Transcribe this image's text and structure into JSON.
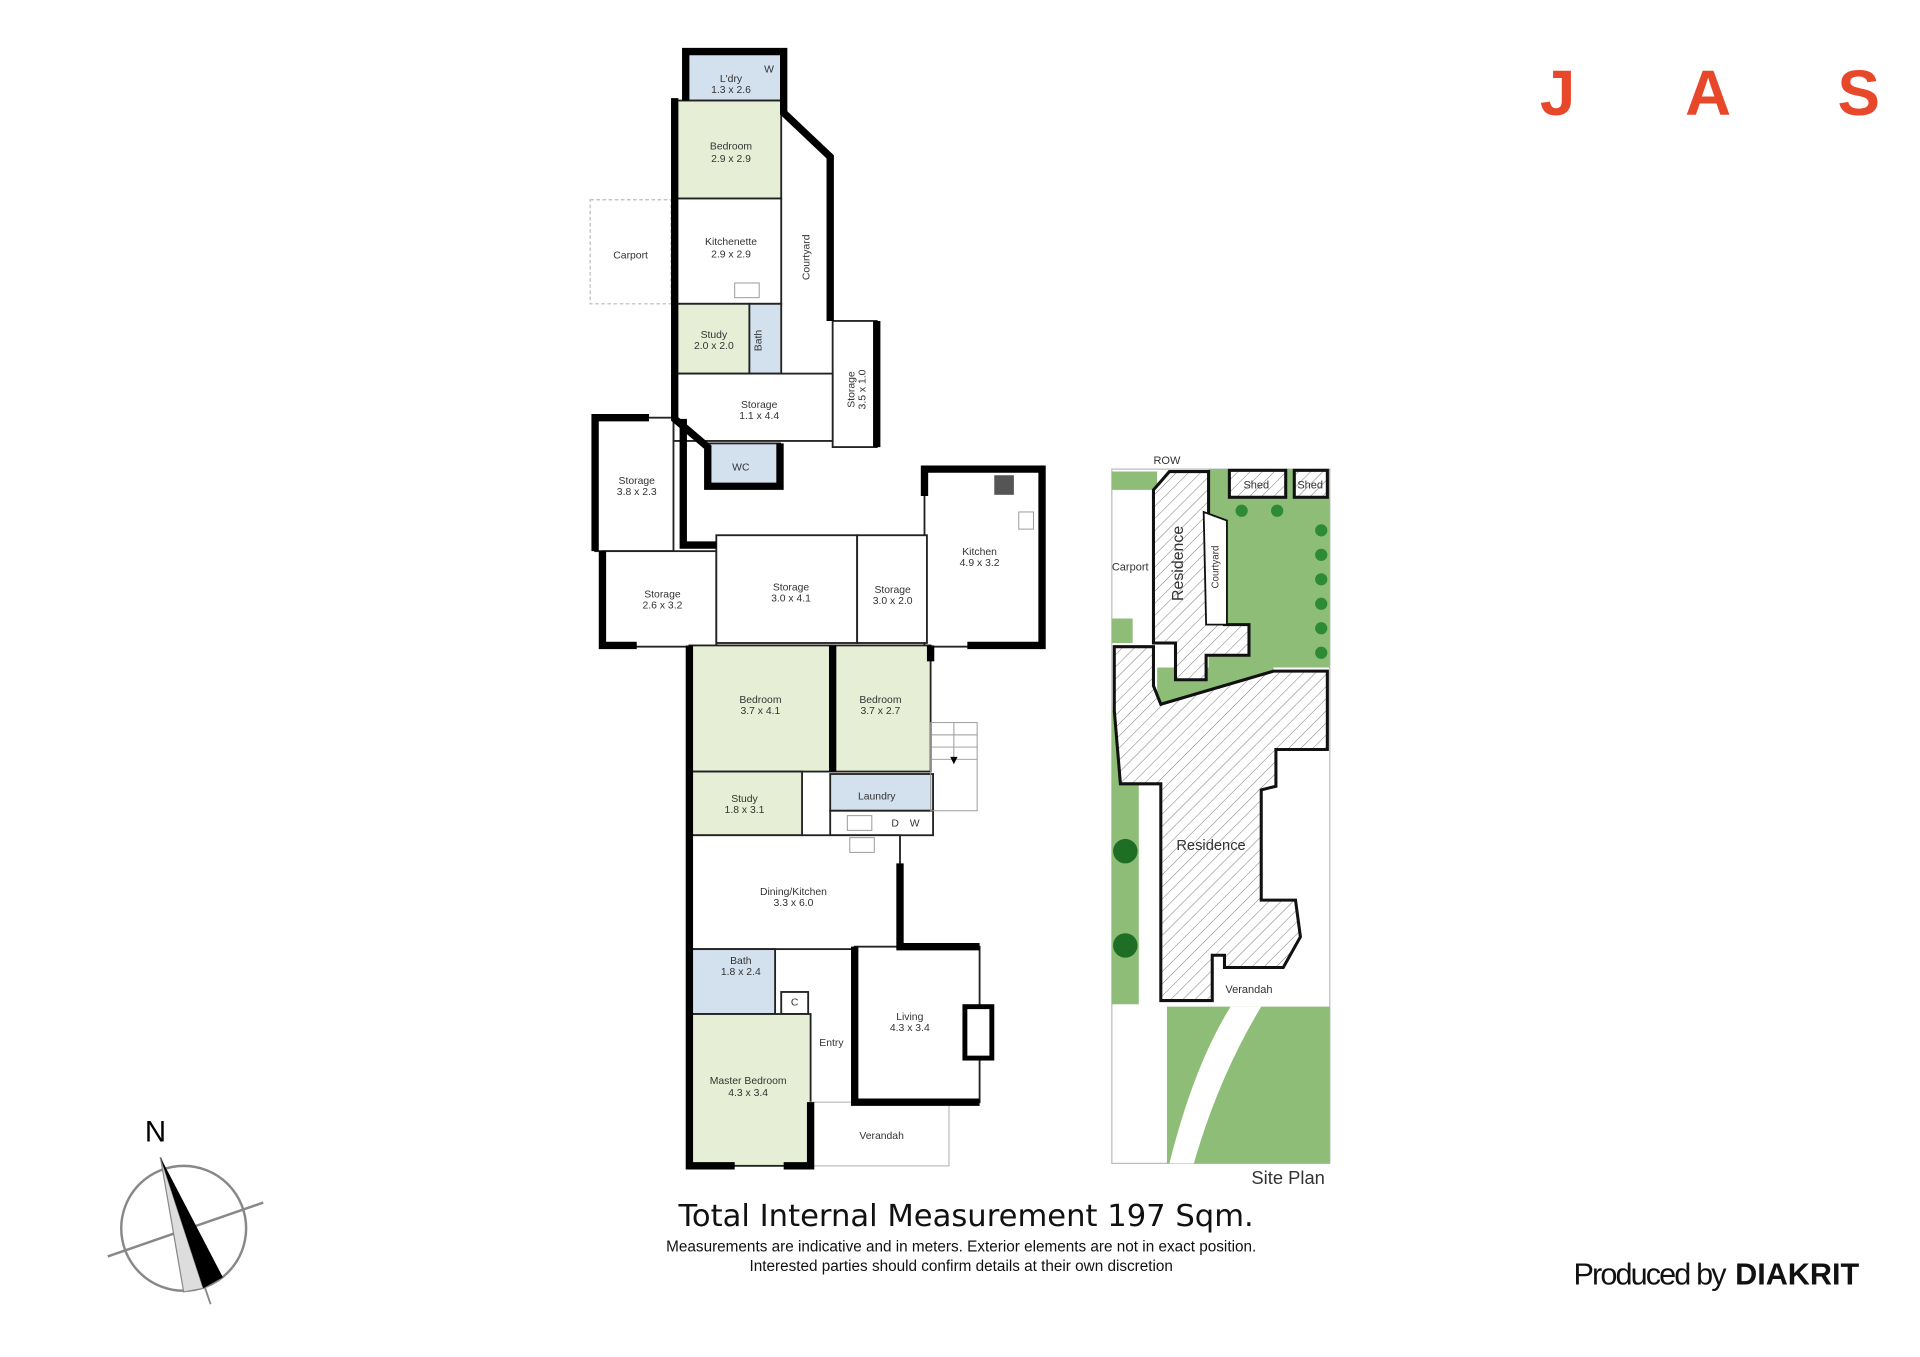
{
  "logo": {
    "letters": [
      "J",
      "A",
      "S"
    ],
    "color": "#e8482a"
  },
  "floor_plan": {
    "rooms": [
      {
        "name": "L'dry",
        "dims": "1.3 x 2.6"
      },
      {
        "name": "Bedroom",
        "dims": "2.9 x 2.9"
      },
      {
        "name": "Kitchenette",
        "dims": "2.9 x 2.9"
      },
      {
        "name": "Carport",
        "dims": ""
      },
      {
        "name": "Study",
        "dims": "2.0 x 2.0"
      },
      {
        "name": "Bath",
        "dims": ""
      },
      {
        "name": "Courtyard",
        "dims": ""
      },
      {
        "name": "Storage",
        "dims": "3.5 x 1.0"
      },
      {
        "name": "Storage",
        "dims": "1.1 x 4.4"
      },
      {
        "name": "Storage",
        "dims": "3.8 x 2.3"
      },
      {
        "name": "WC",
        "dims": ""
      },
      {
        "name": "Kitchen",
        "dims": "4.9 x 3.2"
      },
      {
        "name": "Storage",
        "dims": "2.6 x 3.2"
      },
      {
        "name": "Storage",
        "dims": "3.0 x 4.1"
      },
      {
        "name": "Storage",
        "dims": "3.0 x 2.0"
      },
      {
        "name": "Bedroom",
        "dims": "3.7 x 4.1"
      },
      {
        "name": "Bedroom",
        "dims": "3.7 x 2.7"
      },
      {
        "name": "Study",
        "dims": "1.8 x 3.1"
      },
      {
        "name": "Laundry",
        "dims": ""
      },
      {
        "name": "Dining/Kitchen",
        "dims": "3.3 x 6.0"
      },
      {
        "name": "Bath",
        "dims": "1.8 x 2.4"
      },
      {
        "name": "C",
        "dims": ""
      },
      {
        "name": "Master Bedroom",
        "dims": "4.3 x 3.4"
      },
      {
        "name": "Entry",
        "dims": ""
      },
      {
        "name": "Living",
        "dims": "4.3 x 3.4"
      },
      {
        "name": "Verandah",
        "dims": ""
      }
    ],
    "appliance_labels": {
      "washer": "W",
      "dryer": "D",
      "washer2": "W"
    }
  },
  "site_plan": {
    "title": "Site Plan",
    "labels": {
      "row": "ROW",
      "shed1": "Shed",
      "shed2": "Shed",
      "carport": "Carport",
      "residence_rear": "Residence",
      "courtyard": "Courtyard",
      "residence_main": "Residence",
      "verandah": "Verandah"
    }
  },
  "compass": {
    "north": "N"
  },
  "footer": {
    "title": "Total Internal Measurement 197 Sqm.",
    "note1": "Measurements are indicative and in meters. Exterior elements are not in exact position.",
    "note2": "Interested parties should confirm details at their own discretion"
  },
  "credit": {
    "prefix": "Produced by",
    "brand": "DIAKRIT"
  }
}
